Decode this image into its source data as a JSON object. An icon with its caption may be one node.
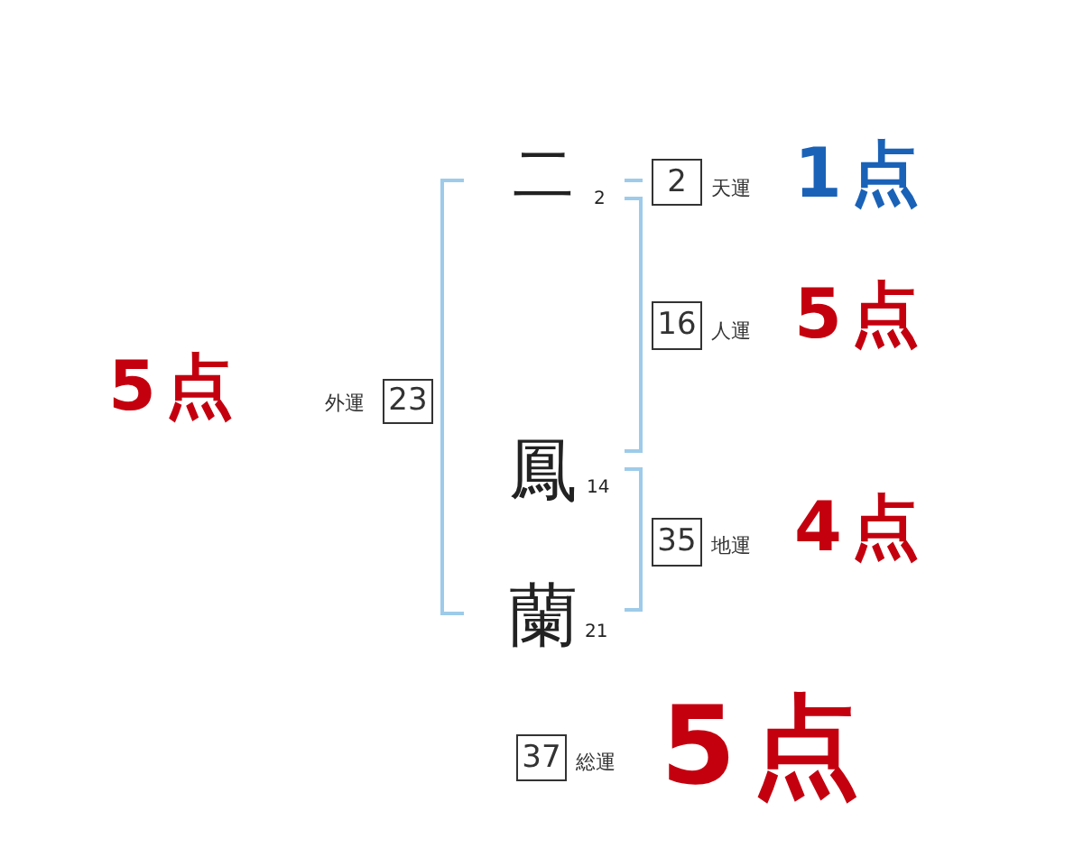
{
  "diagram": {
    "nodes": [
      {
        "text": [
          "2"
        ],
        "beside": [
          "天運"
        ]
      },
      {
        "text": [
          "16"
        ],
        "beside": [
          "人運"
        ]
      },
      {
        "text": [
          "23"
        ],
        "beside": [
          "外運"
        ]
      },
      {
        "text": [
          "35"
        ],
        "beside": [
          "地運"
        ]
      },
      {
        "text": [
          "37"
        ],
        "beside": [
          "総運"
        ]
      }
    ],
    "labels": [
      "二",
      "2",
      "1点",
      "5点",
      "5点",
      "鳳",
      "14",
      "4点",
      "蘭",
      "21",
      "5点"
    ]
  }
}
